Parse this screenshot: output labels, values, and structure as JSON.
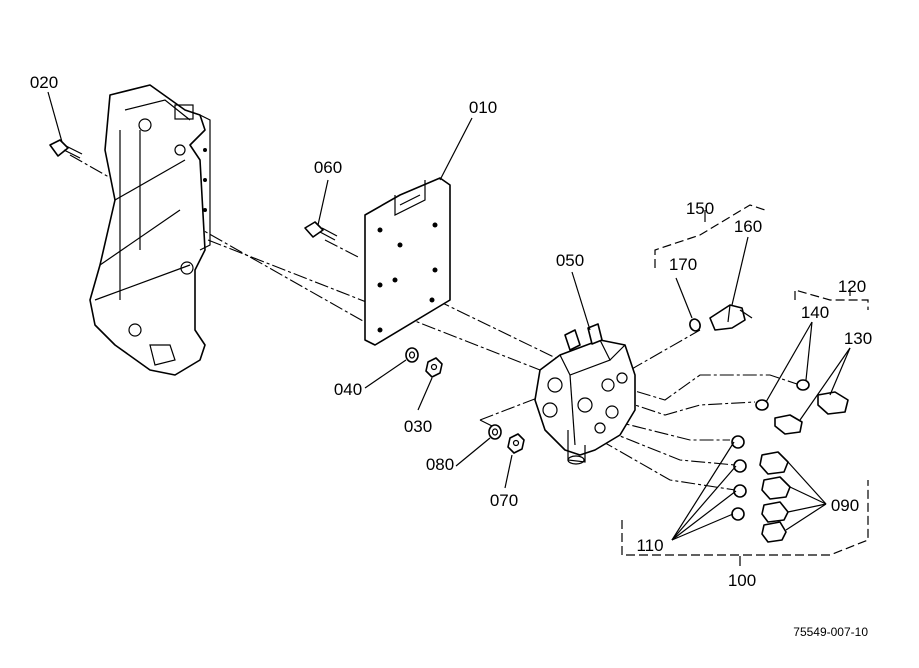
{
  "parts": [
    {
      "id": "010",
      "label": "010"
    },
    {
      "id": "020",
      "label": "020"
    },
    {
      "id": "030",
      "label": "030"
    },
    {
      "id": "040",
      "label": "040"
    },
    {
      "id": "050",
      "label": "050"
    },
    {
      "id": "060",
      "label": "060"
    },
    {
      "id": "070",
      "label": "070"
    },
    {
      "id": "080",
      "label": "080"
    },
    {
      "id": "090",
      "label": "090"
    },
    {
      "id": "100",
      "label": "100"
    },
    {
      "id": "110",
      "label": "110"
    },
    {
      "id": "120",
      "label": "120"
    },
    {
      "id": "130",
      "label": "130"
    },
    {
      "id": "140",
      "label": "140"
    },
    {
      "id": "150",
      "label": "150"
    },
    {
      "id": "160",
      "label": "160"
    },
    {
      "id": "170",
      "label": "170"
    }
  ],
  "reference_code": "75549-007-10"
}
